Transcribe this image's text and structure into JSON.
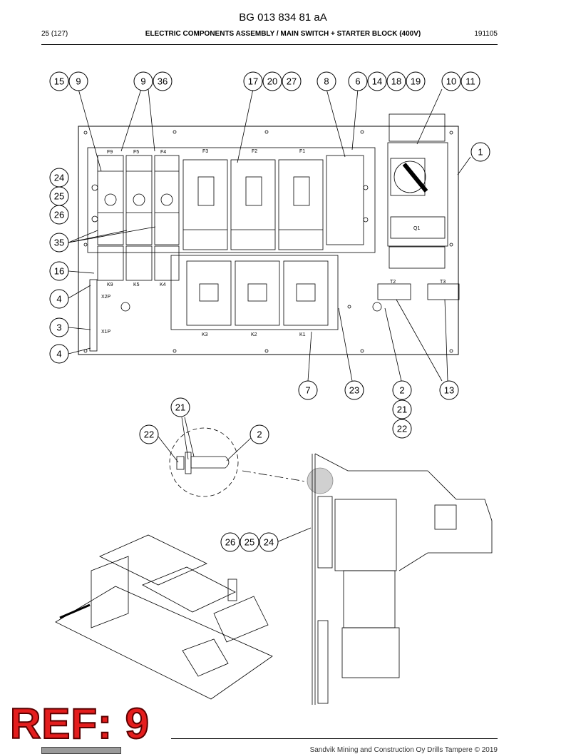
{
  "header": {
    "doc_id": "BG 013 834 81 aA",
    "page": "25 (127)",
    "title": "ELECTRIC COMPONENTS ASSEMBLY / MAIN SWITCH + STARTER BLOCK (400V)",
    "date": "191105"
  },
  "drawing": {
    "component_labels": [
      "F9",
      "F5",
      "F4",
      "F3",
      "F2",
      "F1",
      "K9",
      "K5",
      "K4",
      "K3",
      "K2",
      "K1",
      "X2P",
      "X1P",
      "T2",
      "T3",
      "Q1"
    ]
  },
  "callouts": [
    "15",
    "9",
    "9",
    "36",
    "17",
    "20",
    "27",
    "8",
    "6",
    "14",
    "18",
    "19",
    "10",
    "11",
    "1",
    "24",
    "25",
    "26",
    "35",
    "16",
    "4",
    "3",
    "4",
    "7",
    "23",
    "2",
    "21",
    "22",
    "13",
    "21",
    "22",
    "2",
    "26",
    "25",
    "24"
  ],
  "stamp": {
    "text": "REF: 9"
  },
  "footer": {
    "text": "Sandvik Mining and Construction Oy Drills Tampere © 2019"
  }
}
